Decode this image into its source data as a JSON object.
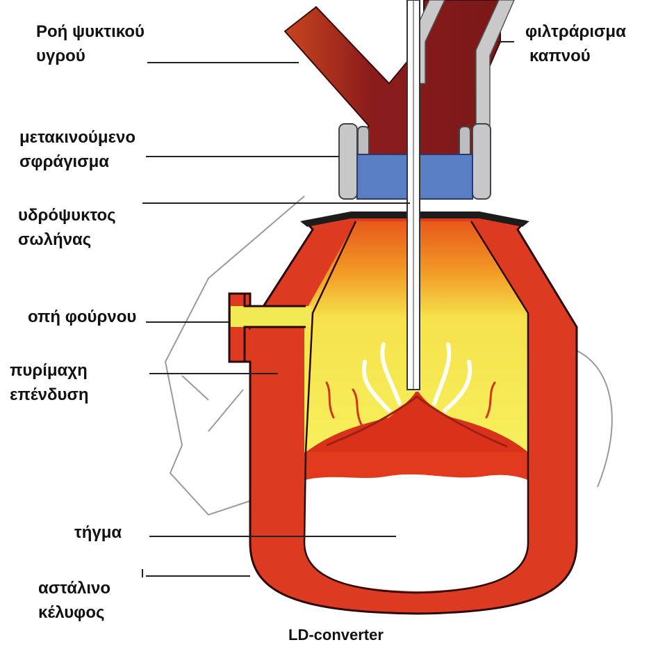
{
  "labels": {
    "coolant_flow": [
      "Ροή ψυκτικού",
      "υγρού"
    ],
    "flue_gas_filtering": [
      "φιλτράρισμα",
      "καπνού"
    ],
    "movable_seal": [
      "μετακινούμενο",
      "σφράγισμα"
    ],
    "water_cooled_lance": [
      "υδρόψυκτος",
      "σωλήνας"
    ],
    "tap_hole": [
      "οπή φούρνου"
    ],
    "refractory_lining": [
      "πυρίμαχη",
      "επένδυση"
    ],
    "melt": [
      "τήγμα"
    ],
    "steel_shell": [
      "αστάλινο",
      "κέλυφος"
    ]
  },
  "caption": "LD-converter",
  "colors": {
    "shell_red": "#dc3b21",
    "outline_dark": "#2a0808",
    "hood_maroon": "#8b1c1c",
    "seal_blue": "#5a7ec4",
    "seal_grey": "#c7c7c9",
    "flame_yellow": "#f6f05c",
    "flame_orange": "#f09020",
    "melt_white": "#ffffff",
    "leader_line": "#222222"
  }
}
